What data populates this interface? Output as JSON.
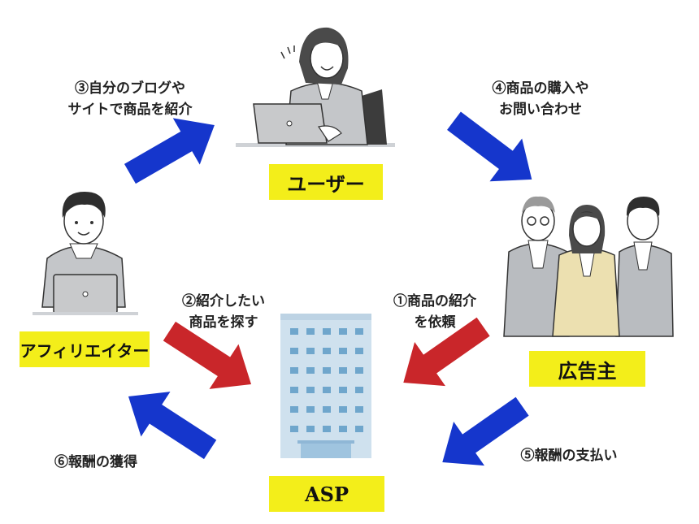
{
  "roles": {
    "user": "ユーザー",
    "advertiser": "広告主",
    "affiliate": "アフィリエイター",
    "asp": "ASP"
  },
  "steps": {
    "s1": {
      "line1": "①商品の紹介",
      "line2": "を依頼"
    },
    "s2": {
      "line1": "②紹介したい",
      "line2": "商品を探す"
    },
    "s3": {
      "line1": "③自分のブログや",
      "line2": "サイトで商品を紹介"
    },
    "s4": {
      "line1": "④商品の購入や",
      "line2": "お問い合わせ"
    },
    "s5": {
      "line1": "⑤報酬の支払い"
    },
    "s6": {
      "line1": "⑥報酬の獲得"
    }
  },
  "colors": {
    "label_bg": "#f3ee1a",
    "arrow_blue": "#1536cc",
    "arrow_red": "#c9262a",
    "building": "#cfe1ee",
    "suit_gray": "#c4c6c9"
  }
}
